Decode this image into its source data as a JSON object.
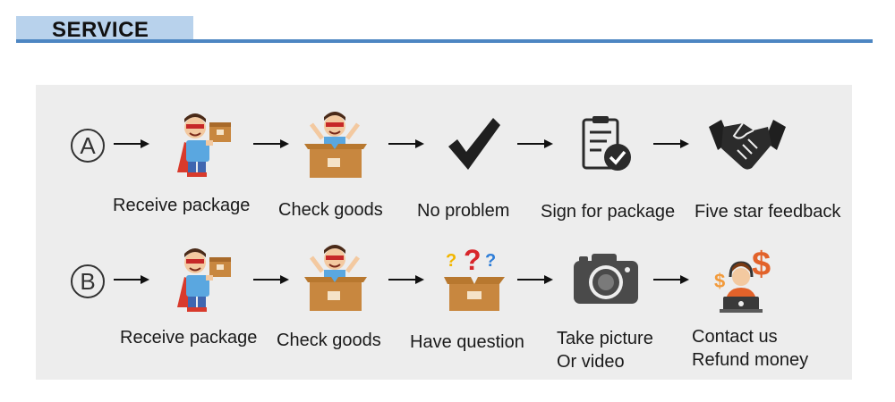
{
  "header": {
    "title": "SERVICE"
  },
  "rows": [
    {
      "marker": "A",
      "steps": [
        {
          "label": "Receive package",
          "icon": "hero-with-package-icon"
        },
        {
          "label": "Check goods",
          "icon": "hero-in-box-icon"
        },
        {
          "label": "No problem",
          "icon": "checkmark-icon"
        },
        {
          "label": "Sign for package",
          "icon": "signed-clipboard-icon"
        },
        {
          "label": "Five star feedback",
          "icon": "handshake-icon"
        }
      ]
    },
    {
      "marker": "B",
      "steps": [
        {
          "label": "Receive package",
          "icon": "hero-with-package-icon"
        },
        {
          "label": "Check goods",
          "icon": "hero-in-box-icon"
        },
        {
          "label": "Have question",
          "icon": "question-box-icon"
        },
        {
          "label_line1": "Take picture",
          "label_line2": "Or video",
          "icon": "camera-icon"
        },
        {
          "label_line1": "Contact us",
          "label_line2": "Refund money",
          "icon": "support-agent-icon"
        }
      ]
    }
  ],
  "colors": {
    "header_tab": "#b8d2ec",
    "header_line": "#4d86c2",
    "panel": "#ededed",
    "box": "#c8873f",
    "hero_shirt": "#5aa7e0",
    "hero_cape": "#d83a2c"
  }
}
